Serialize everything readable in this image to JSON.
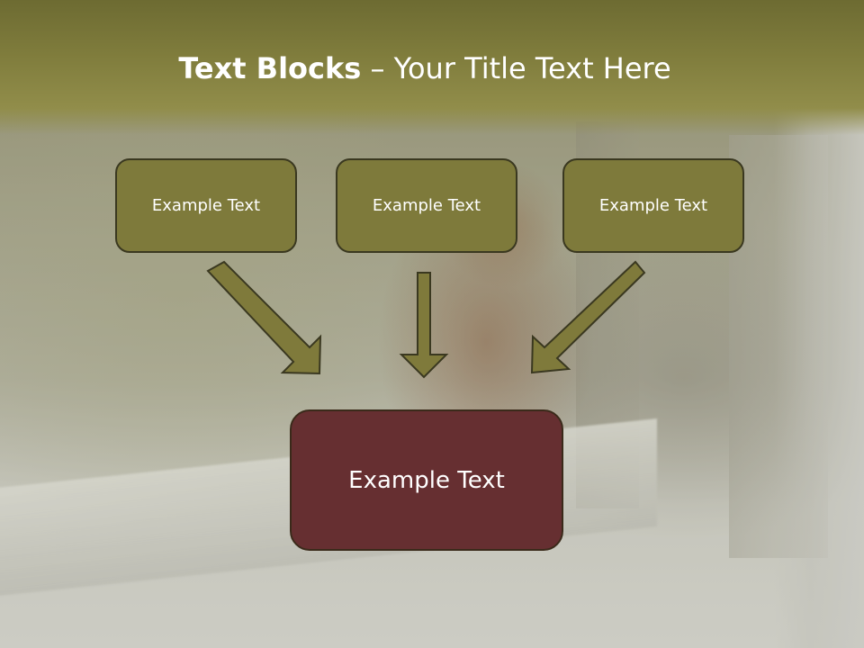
{
  "slide": {
    "title_bold": "Text Blocks",
    "title_rest": " – Your Title Text Here",
    "top_boxes": [
      {
        "label": "Example Text"
      },
      {
        "label": "Example Text"
      },
      {
        "label": "Example Text"
      }
    ],
    "bottom_box": {
      "label": "Example Text"
    }
  },
  "colors": {
    "header": "#7f7c3c",
    "top_box_fill": "#7e7a3b",
    "bottom_box_fill": "#662f31",
    "arrow_fill": "#7f7a3b",
    "arrow_stroke": "#3a3820"
  }
}
